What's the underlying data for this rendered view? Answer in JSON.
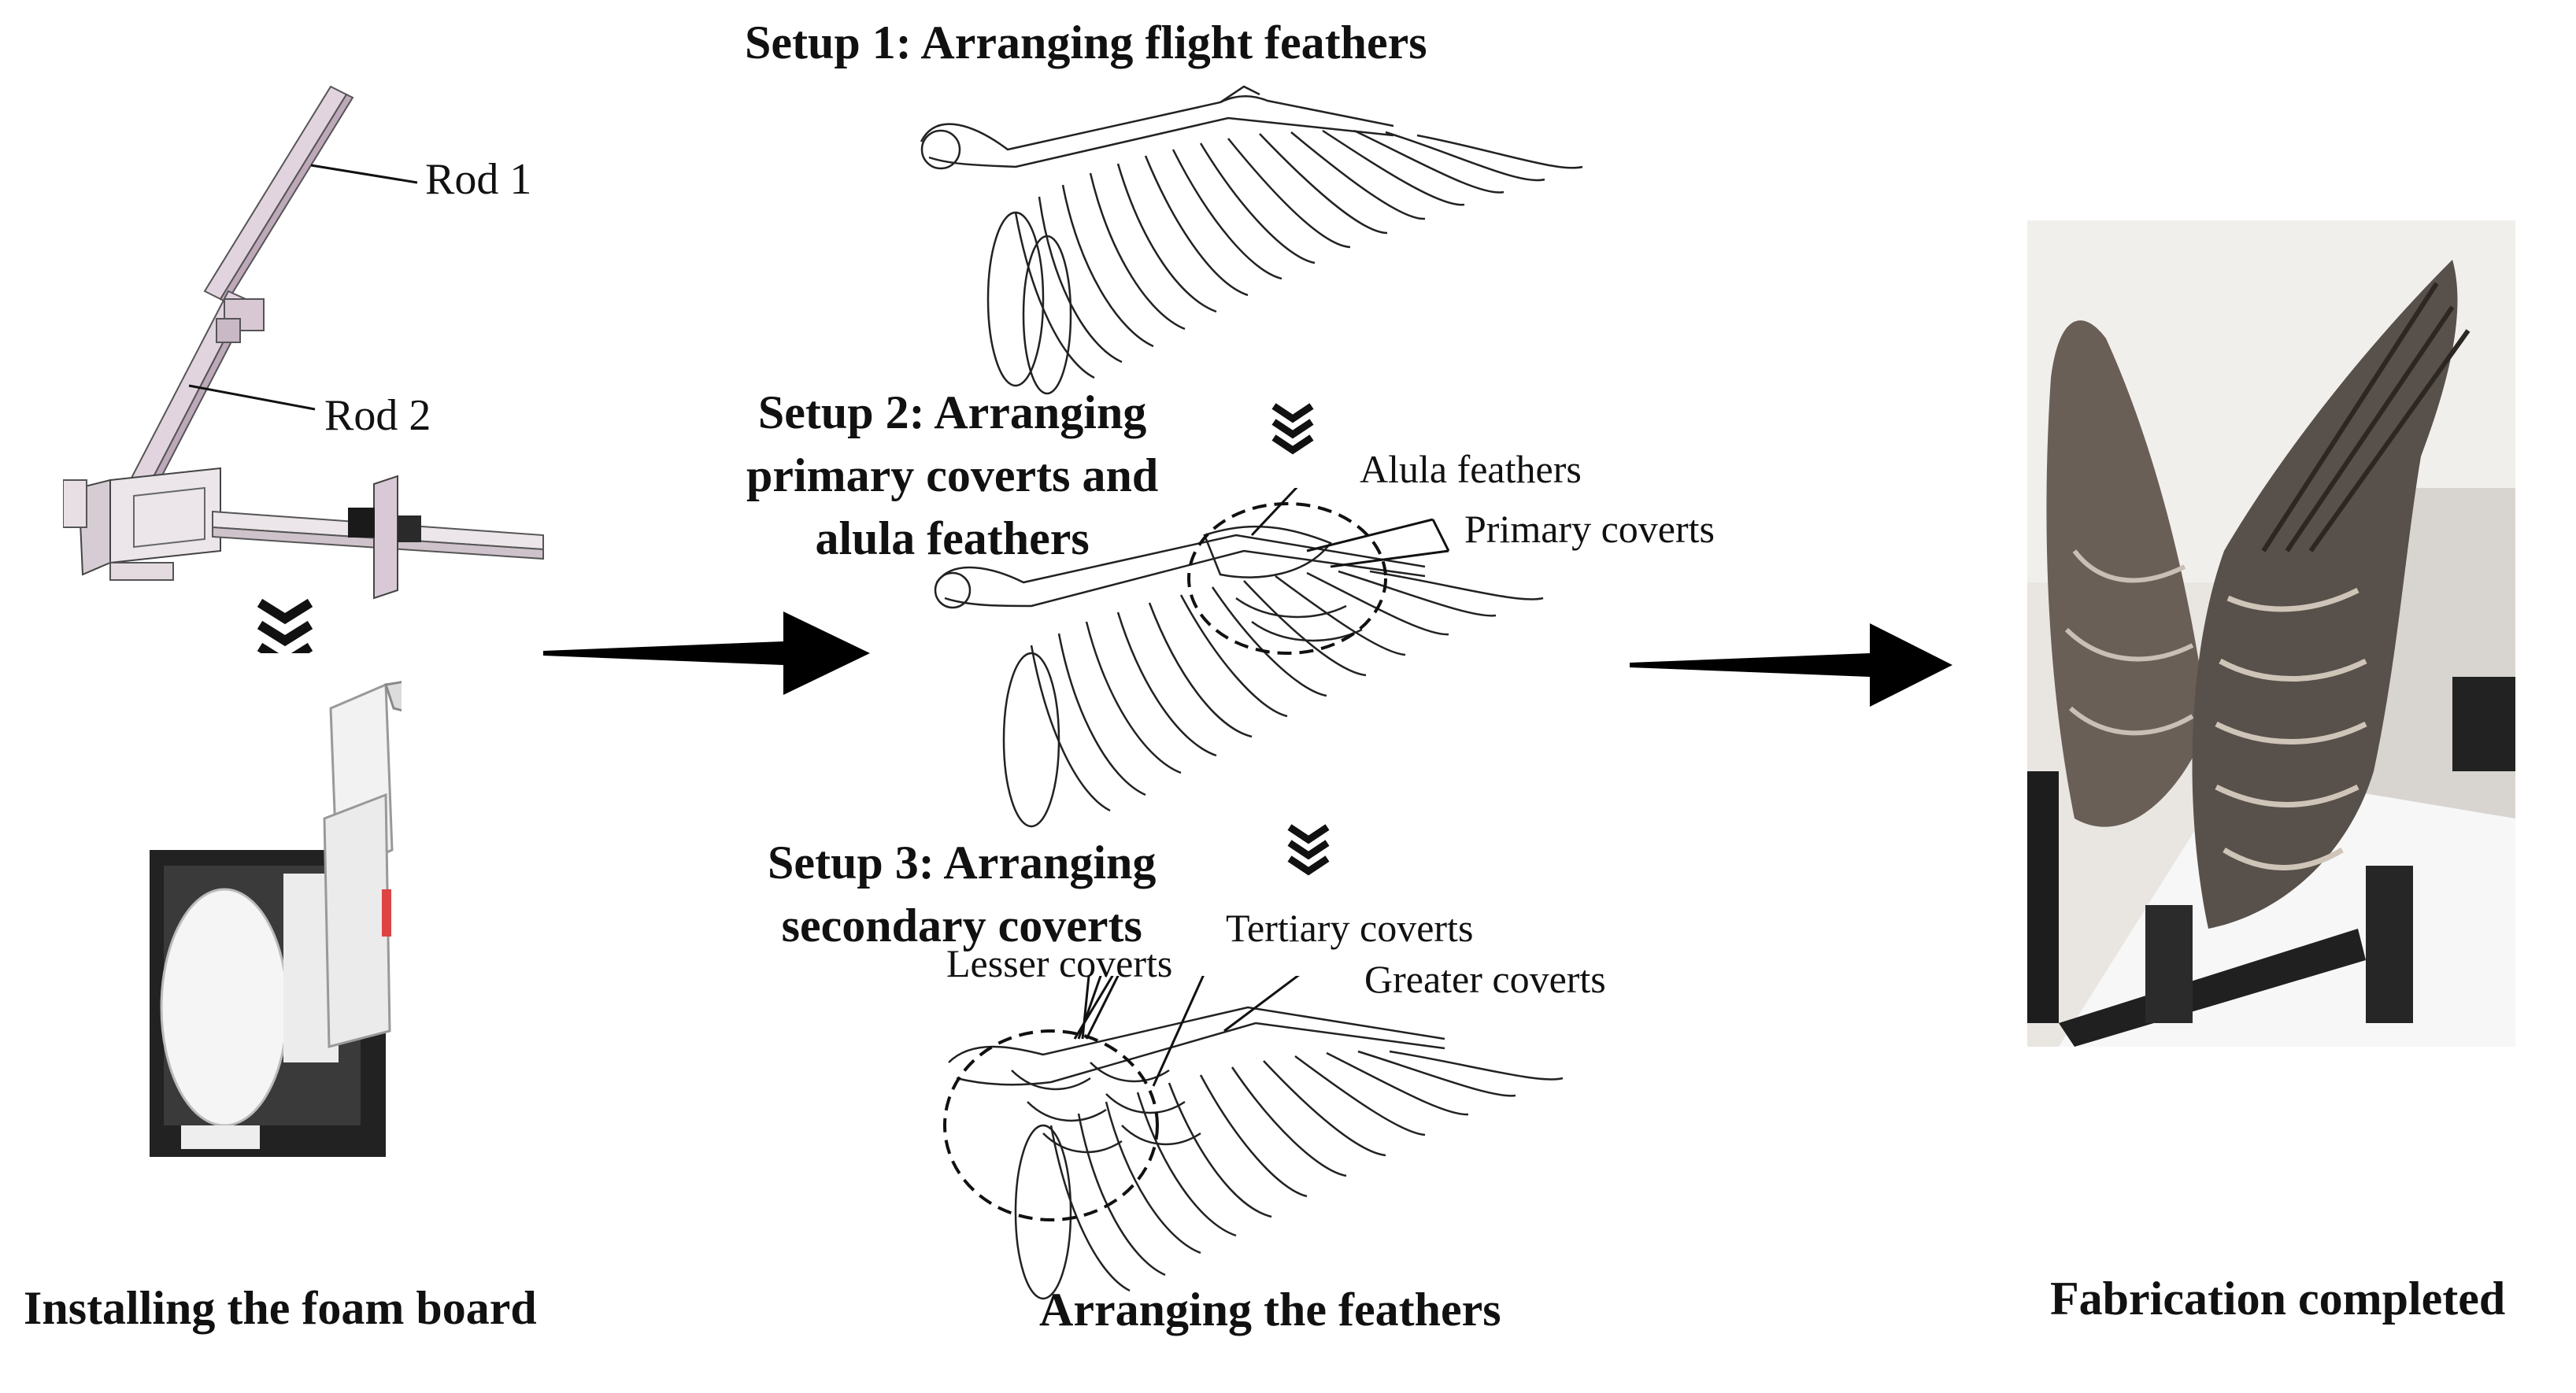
{
  "panels": {
    "left": {
      "caption": "Installing the foam board",
      "rod1_label": "Rod 1",
      "rod2_label": "Rod 2"
    },
    "middle": {
      "caption": "Arranging the feathers",
      "step1_title": "Setup 1: Arranging flight feathers",
      "step2_title_line1": "Setup 2: Arranging",
      "step2_title_line2": "primary coverts and",
      "step2_title_line3": "alula feathers",
      "step3_title_line1": "Setup 3: Arranging",
      "step3_title_line2": "secondary coverts",
      "labels": {
        "alula": "Alula feathers",
        "primary": "Primary coverts",
        "tertiary": "Tertiary coverts",
        "lesser": "Lesser coverts",
        "greater": "Greater coverts"
      }
    },
    "right": {
      "caption": "Fabrication completed"
    }
  },
  "icons": {
    "arrow": "big-right-arrow-icon",
    "chevrons": "chevron-down-stack-icon"
  },
  "colors": {
    "ink": "#111111",
    "rod": "#d9c9d6",
    "foam": "#f4f4f4",
    "frame": "#2a2a2a",
    "feather_dark": "#4a4440",
    "feather_light": "#b8aca0"
  }
}
